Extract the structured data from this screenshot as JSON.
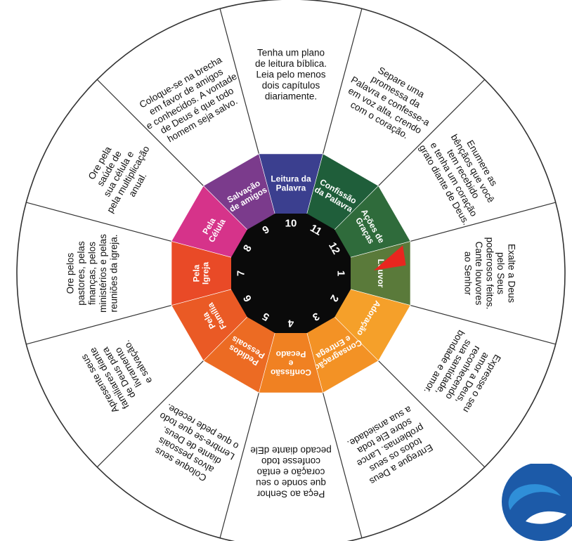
{
  "segments": [
    {
      "num": "1",
      "label": [
        "Louvor"
      ],
      "color": "#5a7a3a",
      "text": [
        "Exalte a Deus",
        "pelo Seus",
        "poderosos feitos.",
        "Cante louvores",
        "ao Senhor"
      ]
    },
    {
      "num": "2",
      "label": [
        "Adoração"
      ],
      "color": "#f5a02a",
      "text": [
        "Expresse o seu",
        "amor a Deus,",
        "reconhecendo",
        "sua santidade,",
        "bondade e amor."
      ]
    },
    {
      "num": "3",
      "label": [
        "Consagração",
        "e Entrega"
      ],
      "color": "#f39225",
      "text": [
        "Entregue a Deus",
        "todos os seus",
        "problemas. Lance",
        "sobre Ele toda",
        "a sua ansiedade."
      ]
    },
    {
      "num": "4",
      "label": [
        "Confissão",
        "e",
        "Pecado"
      ],
      "color": "#f08122",
      "text": [
        "Peça ao Senhor",
        "que sonde o seu",
        "coração e então",
        "confesse todo",
        "pecado diante dEle"
      ]
    },
    {
      "num": "5",
      "label": [
        "Pedidos",
        "Pessoais"
      ],
      "color": "#ec6b23",
      "text": [
        "Coloque seus",
        "alvos pessoais",
        "diante de Deus.",
        "Lembre-se que todo",
        "o que pede recebe."
      ]
    },
    {
      "num": "6",
      "label": [
        "Pela",
        "Família"
      ],
      "color": "#ea5a25",
      "text": [
        "Apresente seus",
        "familiares diante",
        "de Deus para",
        "livramento",
        "e salvação."
      ]
    },
    {
      "num": "7",
      "label": [
        "Pela",
        "Igreja"
      ],
      "color": "#e94a27",
      "text": [
        "Ore pelos",
        "pastores, pelas",
        "finanças, pelos",
        "ministérios e pelas",
        "reuniões da igreja."
      ]
    },
    {
      "num": "8",
      "label": [
        "Pela",
        "Célula"
      ],
      "color": "#d6338a",
      "text": [
        "Ore pela",
        "saúde de",
        "sua célula e",
        "pela multiplicação",
        "anual."
      ]
    },
    {
      "num": "9",
      "label": [
        "Salvação",
        "de amigos"
      ],
      "color": "#7b3b8c",
      "text": [
        "Coloque-se na brecha",
        "em favor de amigos",
        "e conhecidos. A vontade",
        "de Deus é que todo",
        "homem seja salvo."
      ]
    },
    {
      "num": "10",
      "label": [
        "Leitura da",
        "Palavra"
      ],
      "color": "#3b3f8f",
      "text": [
        "Tenha um plano",
        "de leitura bíblica.",
        "Leia pelo menos",
        "dois capítulos",
        "diariamente."
      ]
    },
    {
      "num": "11",
      "label": [
        "Confissão",
        "da Palavra"
      ],
      "color": "#1f5e3a",
      "text": [
        "Separe uma",
        "promessa da",
        "Palavra e confesse-a",
        "em voz alta, crendo",
        "com o coração."
      ]
    },
    {
      "num": "12",
      "label": [
        "Ações de",
        "Graças"
      ],
      "color": "#2f6b3b",
      "text": [
        "Enumere as",
        "bênçãos que você",
        "tem recebido",
        "e tenha um coração",
        "grato diante de Deus."
      ]
    }
  ],
  "colors": {
    "hub": "#0a0a0a",
    "outline": "#333333",
    "pointer": "#e8261f",
    "logo_outer": "#1c5aa8",
    "logo_inner": "#2f8fd8"
  },
  "logo_icon": "dove-logo-icon"
}
